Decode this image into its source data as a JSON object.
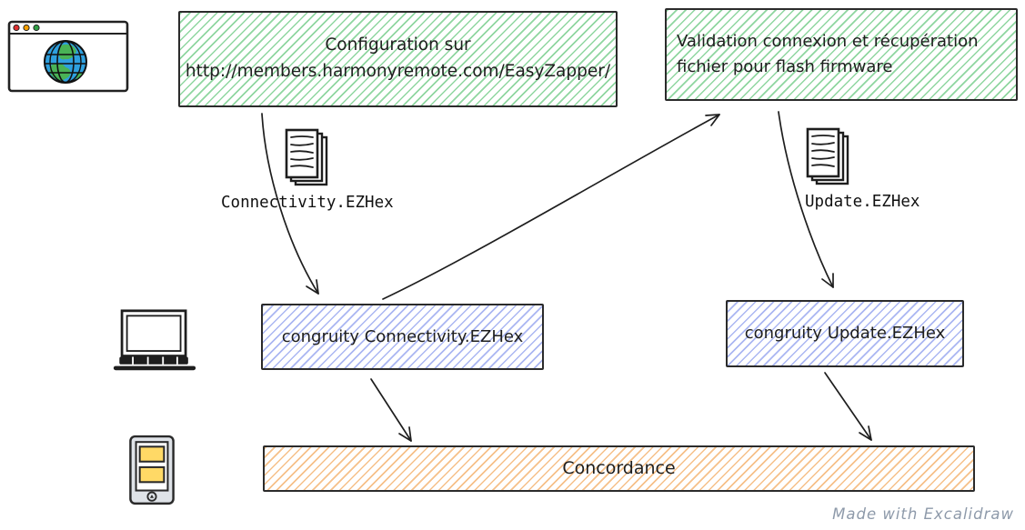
{
  "watermark": {
    "text": "Made with Excalidraw",
    "color": "#8e9aaa"
  },
  "colors": {
    "stroke": "#1e1e1e",
    "green_hatch": "#8fd6a0",
    "blue_hatch": "#aab6f2",
    "orange_hatch": "#f6c089",
    "browser_dot_red": "#e03131",
    "browser_dot_yellow": "#f59f00",
    "browser_dot_green": "#2f9e44",
    "globe_ocean": "#2ea0df",
    "globe_land": "#49b356",
    "device_screen_yellow": "#ffd966"
  },
  "nodes": {
    "config_web": {
      "label": "Configuration sur\nhttp://members.harmonyremote.com/EasyZapper/"
    },
    "validation": {
      "label": "Validation connexion et récupération\nfichier pour flash firmware"
    },
    "congruity_connectivity": {
      "label": "congruity Connectivity.EZHex"
    },
    "congruity_update": {
      "label": "congruity Update.EZHex"
    },
    "concordance": {
      "label": "Concordance"
    }
  },
  "files": {
    "connectivity": {
      "label": "Connectivity.EZHex",
      "icon": "document-stack-icon"
    },
    "update": {
      "label": "Update.EZHex",
      "icon": "document-stack-icon"
    }
  },
  "icons": {
    "browser": "browser-window-globe-icon",
    "laptop": "laptop-icon",
    "remote": "remote-device-icon"
  }
}
